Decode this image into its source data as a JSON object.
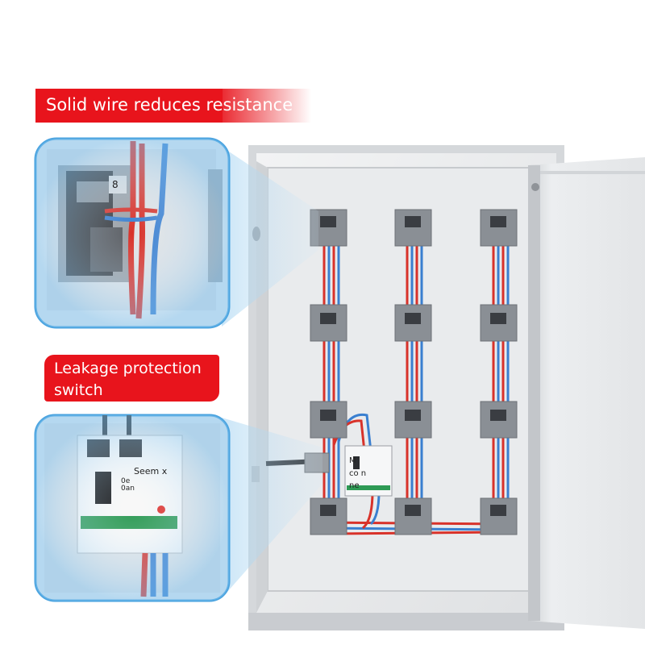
{
  "callouts": {
    "solid_wire": "Solid wire reduces resistance",
    "leakage_line1": "Leakage protection",
    "leakage_line2": "switch"
  },
  "breaker_labels": {
    "brand": "Seem x",
    "line_a": "0e",
    "line_b": "0an"
  },
  "small_box_labels": {
    "a": "M",
    "b": "co n",
    "c": "ne"
  },
  "terminal_number": "8",
  "colors": {
    "banner_red": "#e8141c",
    "cabinet": "#e8eaec",
    "wire_red": "#d8322a",
    "wire_blue": "#3a7fd0",
    "junction_box": "#8a8f95"
  },
  "junction_grid": {
    "rows": 4,
    "cols": 3
  }
}
